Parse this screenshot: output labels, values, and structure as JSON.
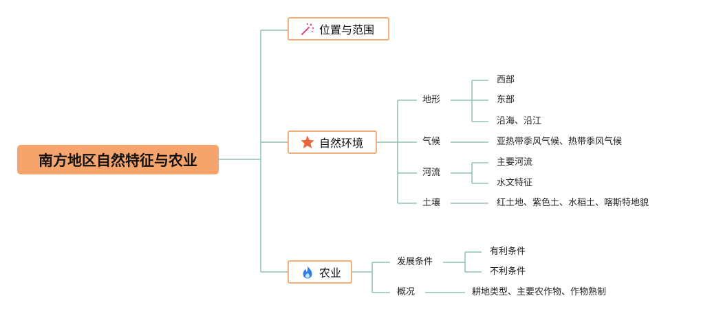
{
  "root": {
    "label": "南方地区自然特征与农业"
  },
  "branches": [
    {
      "label": "位置与范围",
      "icon": "magic-wand-icon"
    },
    {
      "label": "自然环境",
      "icon": "star-icon",
      "children": [
        {
          "label": "地形",
          "children": [
            "西部",
            "东部",
            "沿海、沿江"
          ]
        },
        {
          "label": "气候",
          "children": [
            "亚热带季风气候、热带季风气候"
          ]
        },
        {
          "label": "河流",
          "children": [
            "主要河流",
            "水文特征"
          ]
        },
        {
          "label": "土壤",
          "children": [
            "红土地、紫色土、水稻土、喀斯特地貌"
          ]
        }
      ]
    },
    {
      "label": "农业",
      "icon": "fire-icon",
      "children": [
        {
          "label": "发展条件",
          "children": [
            "有利条件",
            "不利条件"
          ]
        },
        {
          "label": "概况",
          "children": [
            "耕地类型、主要农作物、作物熟制"
          ]
        }
      ]
    }
  ],
  "colors": {
    "root_fill": "#f5a46c",
    "branch_border": "#f3ae7a",
    "connector": "#8fc1b3",
    "magic_wand": "#e0457b",
    "star": "#e8663d",
    "fire": "#2f7de1"
  }
}
